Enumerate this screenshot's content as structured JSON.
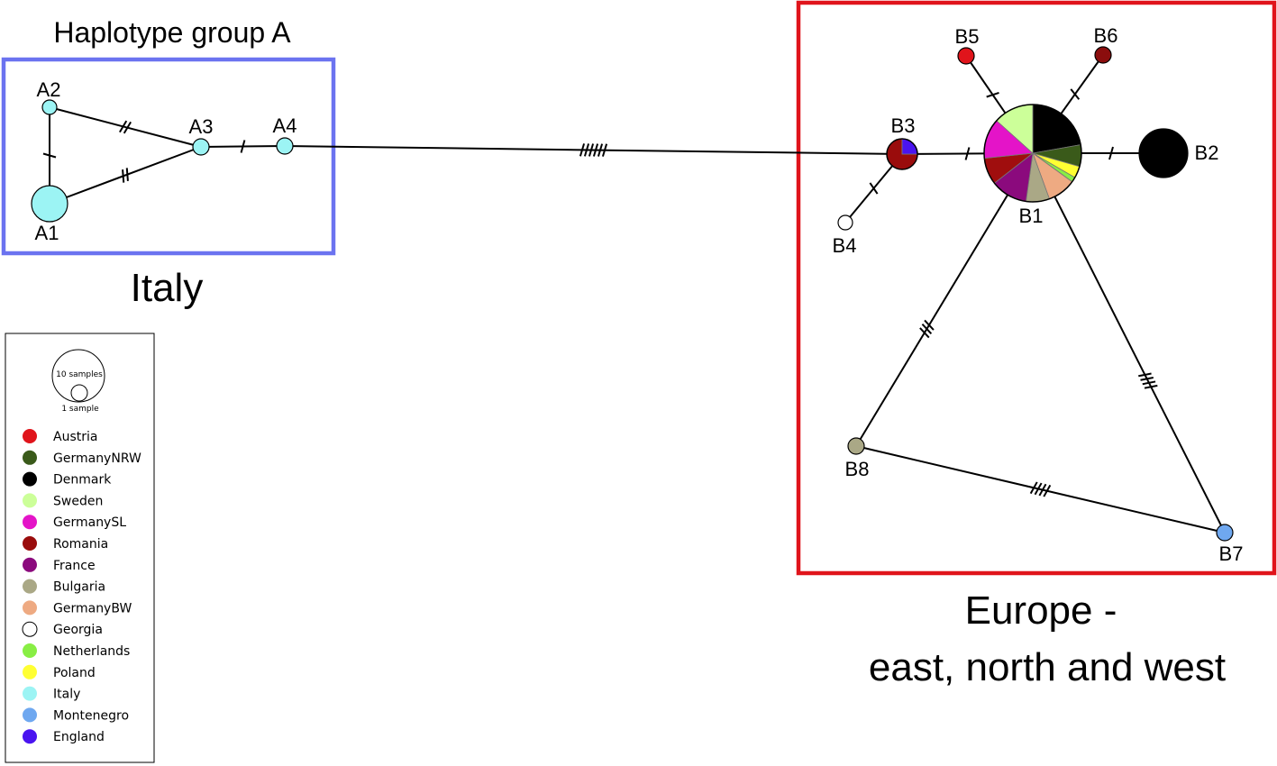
{
  "group_title": "Haplotype group A",
  "region_italy": "Italy",
  "region_europe_line1": "Europe -",
  "region_europe_line2": "east, north and west",
  "colors": {
    "group_a_box": "#6b73f0",
    "group_b_box": "#e0141b"
  },
  "nodes": [
    {
      "id": "A1",
      "label": "A1",
      "color": "#9cf4f4"
    },
    {
      "id": "A2",
      "label": "A2",
      "color": "#9cf4f4"
    },
    {
      "id": "A3",
      "label": "A3",
      "color": "#9cf4f4"
    },
    {
      "id": "A4",
      "label": "A4",
      "color": "#9cf4f4"
    },
    {
      "id": "B1",
      "label": "B1",
      "color": "pie"
    },
    {
      "id": "B2",
      "label": "B2",
      "color": "#000000"
    },
    {
      "id": "B3",
      "label": "B3",
      "color": "pie"
    },
    {
      "id": "B4",
      "label": "B4",
      "color": "#ffffff"
    },
    {
      "id": "B5",
      "label": "B5",
      "color": "#e0141b"
    },
    {
      "id": "B6",
      "label": "B6",
      "color": "#8b0d0d"
    },
    {
      "id": "B7",
      "label": "B7",
      "color": "#6fa8f0"
    },
    {
      "id": "B8",
      "label": "B8",
      "color": "#aaa886"
    }
  ],
  "edges": [
    {
      "from": "A1",
      "to": "A2",
      "mutations": 1
    },
    {
      "from": "A2",
      "to": "A3",
      "mutations": 2
    },
    {
      "from": "A1",
      "to": "A3",
      "mutations": 2
    },
    {
      "from": "A3",
      "to": "A4",
      "mutations": 1
    },
    {
      "from": "A4",
      "to": "B3",
      "mutations": 6
    },
    {
      "from": "B3",
      "to": "B1",
      "mutations": 1
    },
    {
      "from": "B3",
      "to": "B4",
      "mutations": 1
    },
    {
      "from": "B1",
      "to": "B2",
      "mutations": 1
    },
    {
      "from": "B1",
      "to": "B5",
      "mutations": 1
    },
    {
      "from": "B1",
      "to": "B6",
      "mutations": 1
    },
    {
      "from": "B1",
      "to": "B8",
      "mutations": 3
    },
    {
      "from": "B1",
      "to": "B7",
      "mutations": 4
    },
    {
      "from": "B8",
      "to": "B7",
      "mutations": 4
    }
  ],
  "pies": {
    "B1": [
      {
        "color": "#000000",
        "value": 2
      },
      {
        "color": "#3a5a1a",
        "value": 0.65
      },
      {
        "color": "#ffff33",
        "value": 0.35
      },
      {
        "color": "#88ee44",
        "value": 0.15
      },
      {
        "color": "#eeaa82",
        "value": 0.85
      },
      {
        "color": "#aaa886",
        "value": 0.7
      },
      {
        "color": "#8b0a7d",
        "value": 1.1
      },
      {
        "color": "#a00e0e",
        "value": 0.8
      },
      {
        "color": "#e414c8",
        "value": 1.2
      },
      {
        "color": "#ccff99",
        "value": 1.2
      }
    ],
    "B3": [
      {
        "color": "#9a0c0c",
        "value": 3
      },
      {
        "color": "#4a14f0",
        "value": 1
      }
    ]
  },
  "legend": {
    "size_big": "10 samples",
    "size_small": "1 sample",
    "items": [
      {
        "label": "Austria",
        "color": "#e0141b"
      },
      {
        "label": "GermanyNRW",
        "color": "#3a5a1a"
      },
      {
        "label": "Denmark",
        "color": "#000000"
      },
      {
        "label": "Sweden",
        "color": "#ccff99"
      },
      {
        "label": "GermanySL",
        "color": "#e414c8"
      },
      {
        "label": "Romania",
        "color": "#9a0c0c"
      },
      {
        "label": "France",
        "color": "#8b0a7d"
      },
      {
        "label": "Bulgaria",
        "color": "#aaa886"
      },
      {
        "label": "GermanyBW",
        "color": "#eeaa82"
      },
      {
        "label": "Georgia",
        "color": "#ffffff"
      },
      {
        "label": "Netherlands",
        "color": "#88ee44"
      },
      {
        "label": "Poland",
        "color": "#ffff33"
      },
      {
        "label": "Italy",
        "color": "#9cf4f4"
      },
      {
        "label": "Montenegro",
        "color": "#6fa8f0"
      },
      {
        "label": "England",
        "color": "#4a14f0"
      }
    ]
  }
}
